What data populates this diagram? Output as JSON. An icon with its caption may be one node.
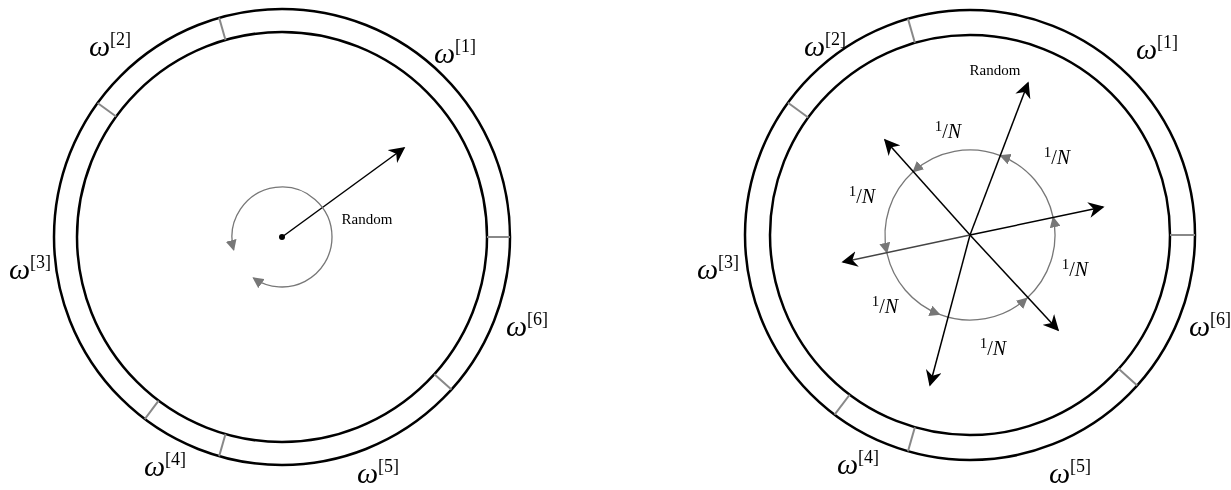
{
  "diagram": {
    "labels": [
      "ω$^{[2]}$",
      "ω$^{[1]}$",
      "Random",
      "ω$^{[3]}$",
      "ω$^{[6]}$",
      "ω$^{[4]}$",
      "ω$^{[5]}$",
      "ω$^{[2]}$",
      "ω$^{[1]}$",
      "Random",
      "$^{1}$/*N*",
      "$^{1}$/*N*",
      "$^{1}$/*N*",
      "ω$^{[3]}$",
      "$^{1}$/*N*",
      "$^{1}$/*N*",
      "$^{1}$/*N*",
      "ω$^{[6]}$",
      "ω$^{[4]}$",
      "ω$^{[5]}$"
    ]
  }
}
